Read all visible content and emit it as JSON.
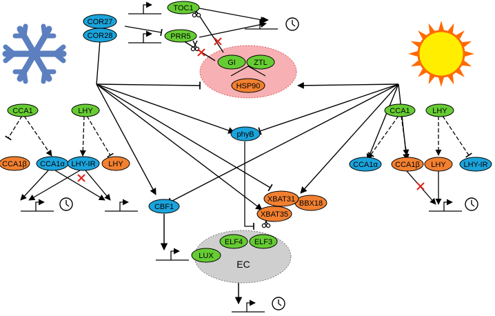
{
  "colors": {
    "green": "#66cc33",
    "blue": "#1ba3db",
    "orange": "#f28030",
    "hsp_region": "#f7b1b4",
    "ec_region": "#cfcfcf",
    "snowflake": "#5b7fbf",
    "sun": "#ffee00",
    "sun_rays": "#ff6a00",
    "inhibit_x": "#e0291f"
  },
  "nodes": {
    "toc1": "TOC1",
    "cor27": "COR27",
    "cor28": "COR28",
    "prr5": "PRR5",
    "gi": "GI",
    "ztl": "ZTL",
    "hsp90": "HSP90",
    "cca1_left": "CCA1",
    "lhy_left": "LHY",
    "cca1b_left": "CCA1β",
    "cca1a_left": "CCA1α",
    "lhyir_left": "LHY-IR",
    "lhy_left_orange": "LHY",
    "phyb": "phyB",
    "cbf1": "CBF1",
    "xbat31": "XBAT31",
    "bbx18": "BBX18",
    "xbat35": "XBAT35",
    "elf4": "ELF4",
    "elf3": "ELF3",
    "lux": "LUX",
    "ec": "EC",
    "cca1_right": "CCA1",
    "lhy_right": "LHY",
    "cca1a_right": "CCA1α",
    "cca1b_right": "CCA1β",
    "lhy_right_orange": "LHY",
    "lhyir_right": "LHY-IR"
  },
  "icons": {
    "cold": "snowflake-icon",
    "heat": "sun-icon",
    "clock": "clock-icon",
    "cleavage": "scissors-icon",
    "inhibition": "red-x-icon"
  }
}
